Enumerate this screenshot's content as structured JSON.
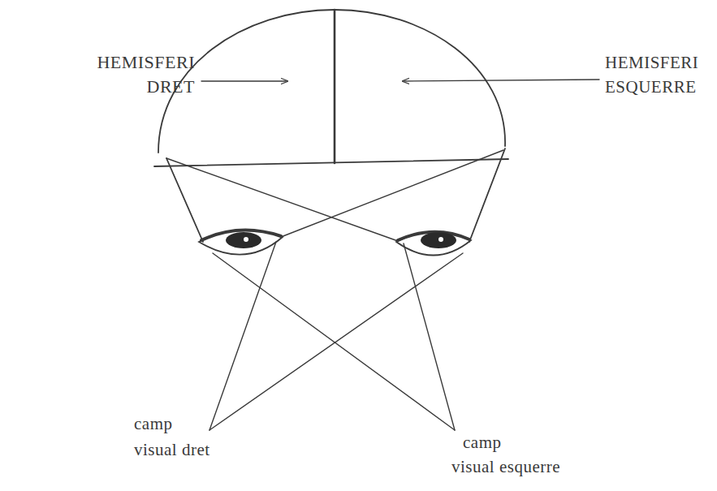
{
  "diagram": {
    "labels": [
      "HEMISFERI DRET",
      "HEMISFERI ESQUERRE",
      "camp visual dret",
      "camp visual esquerre"
    ]
  }
}
